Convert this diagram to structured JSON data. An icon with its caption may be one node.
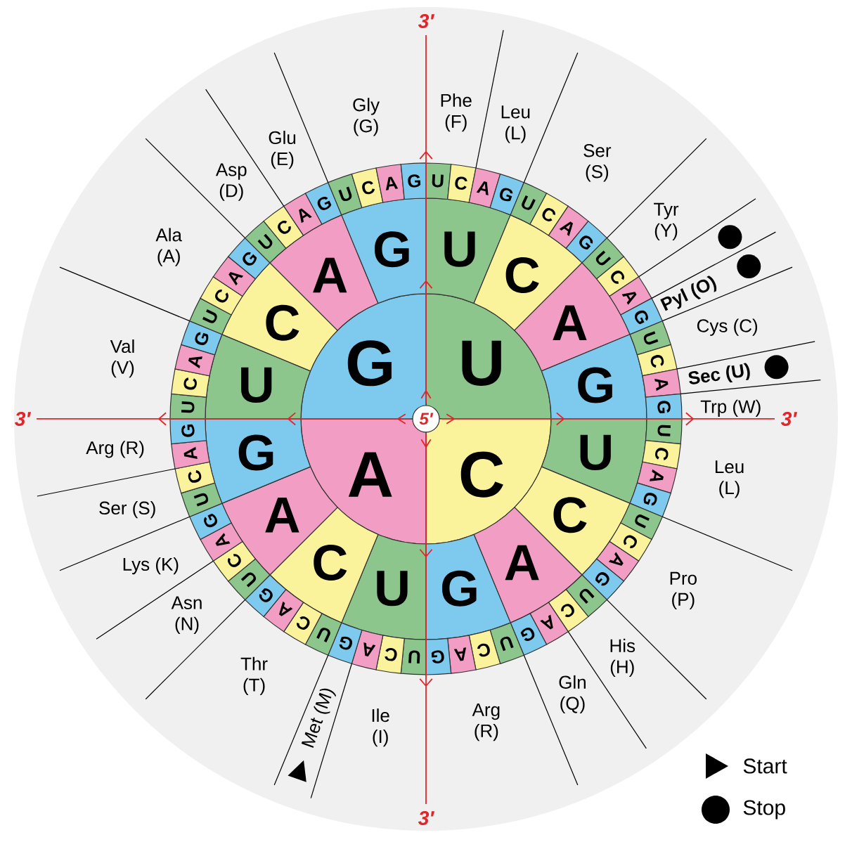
{
  "diagram": {
    "nodes": [
      {
        "text": [
          "U"
        ]
      },
      {
        "text": [
          "C"
        ]
      },
      {
        "text": [
          "A"
        ]
      },
      {
        "text": [
          "G"
        ]
      },
      {
        "text": [
          "U"
        ]
      },
      {
        "text": [
          "C"
        ]
      },
      {
        "text": [
          "A"
        ]
      },
      {
        "text": [
          "G"
        ]
      },
      {
        "text": [
          "U"
        ]
      },
      {
        "text": [
          "C"
        ]
      },
      {
        "text": [
          "A"
        ]
      },
      {
        "text": [
          "G"
        ]
      },
      {
        "text": [
          "U"
        ]
      },
      {
        "text": [
          "C"
        ]
      },
      {
        "text": [
          "A"
        ]
      },
      {
        "text": [
          "G"
        ]
      },
      {
        "text": [
          "U"
        ]
      },
      {
        "text": [
          "C"
        ]
      },
      {
        "text": [
          "A"
        ]
      },
      {
        "text": [
          "G"
        ]
      },
      {
        "text": [
          "U"
        ]
      },
      {
        "text": [
          "C"
        ]
      },
      {
        "text": [
          "A"
        ]
      },
      {
        "text": [
          "G"
        ]
      },
      {
        "text": [
          "U"
        ]
      },
      {
        "text": [
          "C"
        ]
      },
      {
        "text": [
          "A"
        ]
      },
      {
        "text": [
          "G"
        ]
      },
      {
        "text": [
          "U"
        ]
      },
      {
        "text": [
          "C"
        ]
      },
      {
        "text": [
          "A"
        ]
      },
      {
        "text": [
          "G"
        ]
      },
      {
        "text": [
          "U"
        ]
      },
      {
        "text": [
          "C"
        ]
      },
      {
        "text": [
          "A"
        ]
      },
      {
        "text": [
          "G"
        ]
      },
      {
        "text": [
          "U"
        ]
      },
      {
        "text": [
          "C"
        ]
      },
      {
        "text": [
          "A"
        ]
      },
      {
        "text": [
          "G"
        ]
      },
      {
        "text": [
          "U"
        ]
      },
      {
        "text": [
          "C"
        ]
      },
      {
        "text": [
          "A"
        ]
      },
      {
        "text": [
          "G"
        ]
      },
      {
        "text": [
          "U"
        ]
      },
      {
        "text": [
          "C"
        ]
      },
      {
        "text": [
          "A"
        ]
      },
      {
        "text": [
          "G"
        ]
      },
      {
        "text": [
          "U"
        ]
      },
      {
        "text": [
          "C"
        ]
      },
      {
        "text": [
          "A"
        ]
      },
      {
        "text": [
          "G"
        ]
      },
      {
        "text": [
          "U"
        ]
      },
      {
        "text": [
          "C"
        ]
      },
      {
        "text": [
          "A"
        ]
      },
      {
        "text": [
          "G"
        ]
      },
      {
        "text": [
          "U"
        ]
      },
      {
        "text": [
          "C"
        ]
      },
      {
        "text": [
          "A"
        ]
      },
      {
        "text": [
          "G"
        ]
      },
      {
        "text": [
          "U"
        ]
      },
      {
        "text": [
          "C"
        ]
      },
      {
        "text": [
          "A"
        ]
      },
      {
        "text": [
          "G"
        ]
      },
      {
        "text": [
          "U"
        ]
      },
      {
        "text": [
          "C"
        ]
      },
      {
        "text": [
          "A"
        ]
      },
      {
        "text": [
          "G"
        ]
      },
      {
        "text": [
          "U"
        ]
      },
      {
        "text": [
          "C"
        ]
      },
      {
        "text": [
          "A"
        ]
      },
      {
        "text": [
          "G"
        ]
      },
      {
        "text": [
          "U"
        ]
      },
      {
        "text": [
          "C"
        ]
      },
      {
        "text": [
          "A"
        ]
      },
      {
        "text": [
          "G"
        ]
      },
      {
        "text": [
          "U"
        ]
      },
      {
        "text": [
          "C"
        ]
      },
      {
        "text": [
          "A"
        ]
      },
      {
        "text": [
          "G"
        ]
      },
      {
        "text": [
          "U"
        ]
      },
      {
        "text": [
          "C"
        ]
      },
      {
        "text": [
          "A"
        ]
      },
      {
        "text": [
          "G"
        ]
      }
    ],
    "labels": [
      "Phe (F)",
      "Leu (L)",
      "Ser (S)",
      "Tyr (Y)",
      "Pyl (O)",
      "Cys (C)",
      "Sec (U)",
      "Trp (W)",
      "Leu (L)",
      "Pro (P)",
      "His (H)",
      "Gln (Q)",
      "Arg (R)",
      "Ile (I)",
      "Met (M)",
      "Thr (T)",
      "Asn (N)",
      "Lys (K)",
      "Ser (S)",
      "Arg (R)",
      "Val (V)",
      "Ala (A)",
      "Asp (D)",
      "Glu (E)",
      "Gly (G)",
      "3′",
      "3′",
      "3′",
      "3′",
      "5′"
    ],
    "legend": [
      {
        "text": "Start"
      },
      {
        "text": "Stop"
      }
    ]
  }
}
